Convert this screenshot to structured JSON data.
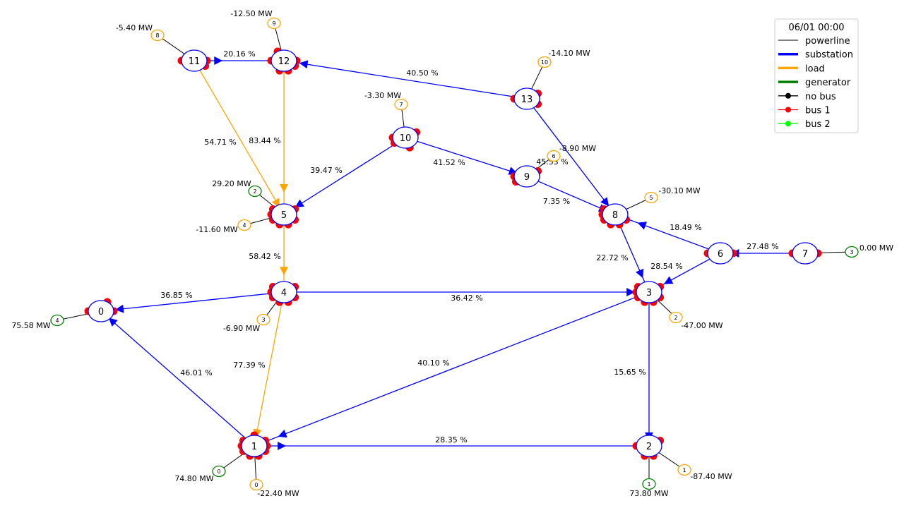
{
  "colors": {
    "powerline": "#0000ff",
    "overloaded": "#ffa500",
    "bus1": "#ff0000",
    "bus2": "#00ff00",
    "nobus": "#000000",
    "load": "#ffa500",
    "generator": "#008000",
    "substation_edge": "#0000ff"
  },
  "legend": {
    "title": "06/01 00:00",
    "items": [
      {
        "label": "powerline",
        "kind": "line",
        "color": "#000000"
      },
      {
        "label": "substation",
        "kind": "thick",
        "color": "#0000ff"
      },
      {
        "label": "load",
        "kind": "thick",
        "color": "#ffa500"
      },
      {
        "label": "generator",
        "kind": "thick",
        "color": "#008000"
      },
      {
        "label": "no bus",
        "kind": "dot",
        "color": "#000000"
      },
      {
        "label": "bus 1",
        "kind": "dot",
        "color": "#ff0000"
      },
      {
        "label": "bus 2",
        "kind": "dot",
        "color": "#00ff00"
      }
    ]
  },
  "substations": [
    "0",
    "1",
    "2",
    "3",
    "4",
    "5",
    "6",
    "7",
    "8",
    "9",
    "10",
    "11",
    "12",
    "13"
  ],
  "lines": [
    {
      "from": "1",
      "to": "0",
      "label": "46.01 %",
      "color": "#0000ff"
    },
    {
      "from": "4",
      "to": "0",
      "label": "36.85 %",
      "color": "#0000ff"
    },
    {
      "from": "4",
      "to": "1",
      "label": "77.39 %",
      "color": "#ffa500"
    },
    {
      "from": "3",
      "to": "1",
      "label": "40.10 %",
      "color": "#0000ff"
    },
    {
      "from": "1",
      "to": "2",
      "label": "28.35 %",
      "color": "#0000ff"
    },
    {
      "from": "4",
      "to": "3",
      "label": "36.42 %",
      "color": "#0000ff"
    },
    {
      "from": "3",
      "to": "2",
      "label": "15.65 %",
      "color": "#0000ff"
    },
    {
      "from": "5",
      "to": "4",
      "label": "58.42 %",
      "color": "#ffa500"
    },
    {
      "from": "10",
      "to": "5",
      "label": "39.47 %",
      "color": "#0000ff"
    },
    {
      "from": "11",
      "to": "5",
      "label": "54.71 %",
      "color": "#ffa500"
    },
    {
      "from": "12",
      "to": "5",
      "label": "83.44 %",
      "color": "#ffa500"
    },
    {
      "from": "11",
      "to": "12",
      "label": "20.16 %",
      "color": "#0000ff"
    },
    {
      "from": "13",
      "to": "12",
      "label": "40.50 %",
      "color": "#0000ff"
    },
    {
      "from": "10",
      "to": "9",
      "label": "41.52 %",
      "color": "#0000ff"
    },
    {
      "from": "9",
      "to": "8",
      "label": "7.35 %",
      "color": "#0000ff"
    },
    {
      "from": "13",
      "to": "8",
      "label": "45.53 %",
      "color": "#0000ff"
    },
    {
      "from": "8",
      "to": "3",
      "label": "22.72 %",
      "color": "#0000ff"
    },
    {
      "from": "6",
      "to": "3",
      "label": "28.54 %",
      "color": "#0000ff"
    },
    {
      "from": "6",
      "to": "8",
      "label": "18.49 %",
      "color": "#0000ff"
    },
    {
      "from": "7",
      "to": "6",
      "label": "27.48 %",
      "color": "#0000ff"
    }
  ],
  "loads": [
    {
      "id": "0",
      "sub": "1",
      "label": "-22.40 MW"
    },
    {
      "id": "1",
      "sub": "2",
      "label": "-87.40 MW"
    },
    {
      "id": "2",
      "sub": "3",
      "label": "-47.00 MW"
    },
    {
      "id": "3",
      "sub": "4",
      "label": "-6.90 MW"
    },
    {
      "id": "4",
      "sub": "5",
      "label": "-11.60 MW"
    },
    {
      "id": "5",
      "sub": "8",
      "label": "-30.10 MW"
    },
    {
      "id": "6",
      "sub": "9",
      "label": "-8.90 MW"
    },
    {
      "id": "7",
      "sub": "10",
      "label": "-3.30 MW"
    },
    {
      "id": "8",
      "sub": "11",
      "label": "-5.40 MW"
    },
    {
      "id": "9",
      "sub": "12",
      "label": "-12.50 MW"
    },
    {
      "id": "10",
      "sub": "13",
      "label": "-14.10 MW"
    }
  ],
  "generators": [
    {
      "id": "0",
      "sub": "1",
      "label": "74.80 MW"
    },
    {
      "id": "1",
      "sub": "2",
      "label": "73.80 MW"
    },
    {
      "id": "2",
      "sub": "5",
      "label": "29.20 MW"
    },
    {
      "id": "3",
      "sub": "7",
      "label": "0.00 MW"
    },
    {
      "id": "4",
      "sub": "0",
      "label": "75.58 MW"
    }
  ]
}
